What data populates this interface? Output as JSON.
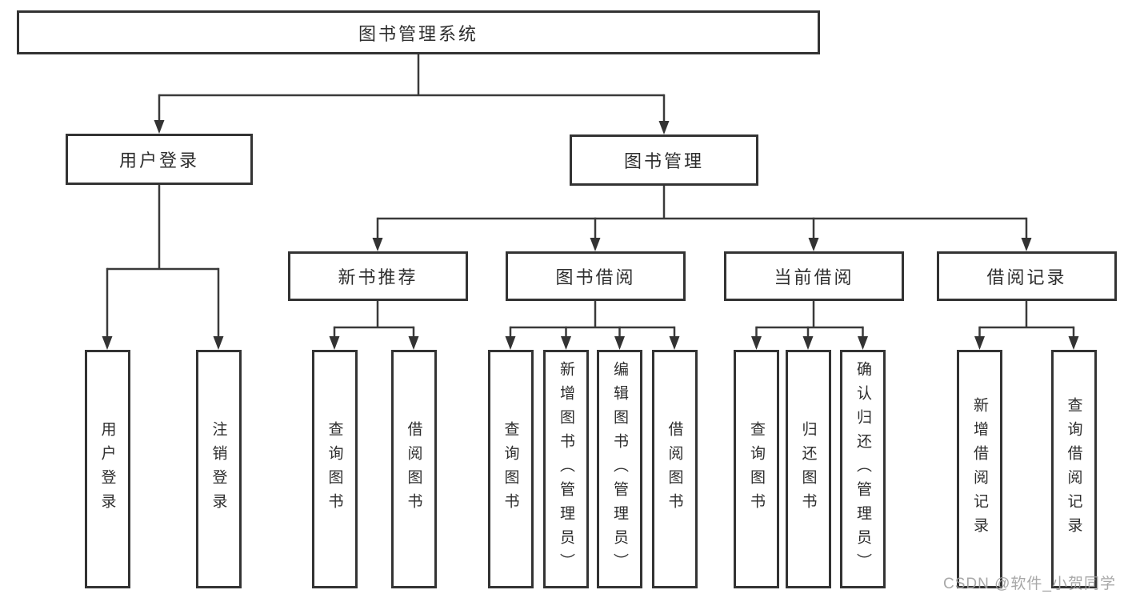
{
  "tree": {
    "root": {
      "label": "图书管理系统"
    },
    "level2": [
      {
        "label": "用户登录",
        "children": [
          "用户登录",
          "注销登录"
        ]
      },
      {
        "label": "图书管理"
      }
    ],
    "level3": [
      {
        "label": "新书推荐",
        "children": [
          "查询图书",
          "借阅图书"
        ]
      },
      {
        "label": "图书借阅",
        "children": [
          "查询图书",
          "新增图书（管理员）",
          "编辑图书（管理员）",
          "借阅图书"
        ]
      },
      {
        "label": "当前借阅",
        "children": [
          "查询图书",
          "归还图书",
          "确认归还（管理员）"
        ]
      },
      {
        "label": "借阅记录",
        "children": [
          "新增借阅记录",
          "查询借阅记录"
        ]
      }
    ]
  },
  "watermark": "CSDN @软件_小贺同学"
}
